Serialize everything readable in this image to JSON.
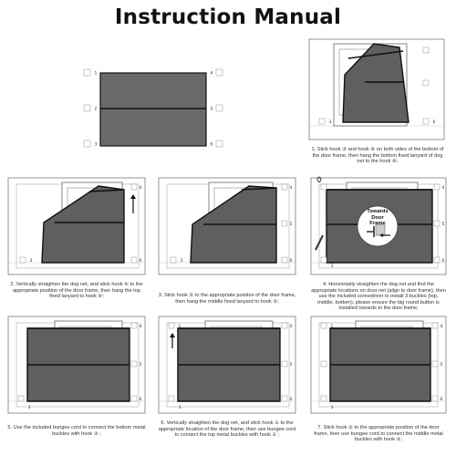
{
  "title": "Instruction Manual",
  "hooks": {
    "h1": "①",
    "h2": "②",
    "h3": "③",
    "h4": "④",
    "h5": "⑤",
    "h6": "⑥"
  },
  "callout": "Towards Door Frame",
  "steps": [
    {
      "id": "step-1",
      "text": "1. Stick hook ③ and hook ⑥ on both sides of the bottom of the door frame, then hang the bottom fixed lanyard of dog net to the hook ⑥;"
    },
    {
      "id": "step-2",
      "text": "2. Vertically straighten the dog net, and stick hook ④ to the appropriate position of the door frame, then hang the top fixed lanyard to hook ④;"
    },
    {
      "id": "step-3",
      "text": "3. Stick hook ⑤ to the appropriate position of the door frame, then hang the middle fixed lanyard to hook ⑤;"
    },
    {
      "id": "step-4",
      "text": "4. Horizontally straighten the dog net and find the appropriate locations on door net (align to door frame), then use the included screwdriver to install 3 buckles (top, middle, bottom), please ensure the big round button is installed towards to the door frame;"
    },
    {
      "id": "step-5",
      "text": "5. Use the included bungee cord to connect the bottom metal buckles with hook ③ ;"
    },
    {
      "id": "step-6",
      "text": "6. Vertically straighten the dog net, and stick hook ① to the appropriate location of the door frame, then use bungee cord to connect the top metal buckles with hook ① ;"
    },
    {
      "id": "step-7",
      "text": "7. Stick hook ② to the appropriate position of the door frame, then use bungee cord to connect the middle metal buckles with hook ②;"
    }
  ]
}
